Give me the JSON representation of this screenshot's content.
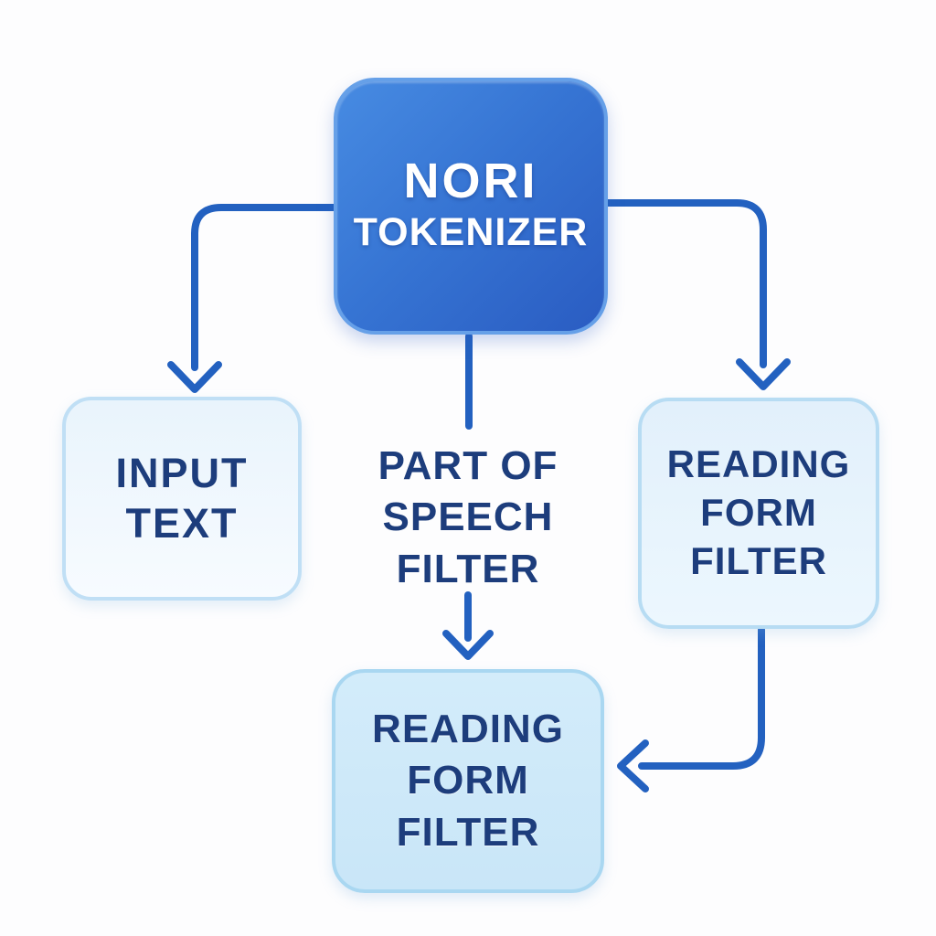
{
  "colors": {
    "background": "#fdfdfe",
    "primary_node_fill_top": "#478be2",
    "primary_node_fill_bottom": "#2a5cc2",
    "primary_node_border": "#66a0e8",
    "light_node_border": "#c0dff5",
    "bottom_node_fill": "#d3ecfa",
    "bottom_node_border": "#a9d7f1",
    "arrow": "#2361c0",
    "text_on_primary": "#ffffff",
    "text_dark": "#1d3d7c"
  },
  "nodes": {
    "tokenizer": {
      "lines": [
        "NORI",
        "TOKENIZER"
      ]
    },
    "input_text": {
      "lines": [
        "INPUT",
        "TEXT"
      ]
    },
    "part_of_speech_filter": {
      "lines": [
        "PART OF",
        "SPEECH",
        "FILTER"
      ]
    },
    "reading_form_filter_right": {
      "lines": [
        "READING",
        "FORM",
        "FILTER"
      ]
    },
    "reading_form_filter_bottom": {
      "lines": [
        "READING",
        "FORM",
        "FILTER"
      ]
    }
  },
  "edges": [
    {
      "from": "tokenizer",
      "to": "input_text"
    },
    {
      "from": "tokenizer",
      "to": "part_of_speech_filter"
    },
    {
      "from": "tokenizer",
      "to": "reading_form_filter_right"
    },
    {
      "from": "part_of_speech_filter",
      "to": "reading_form_filter_bottom"
    },
    {
      "from": "reading_form_filter_right",
      "to": "reading_form_filter_bottom"
    }
  ]
}
